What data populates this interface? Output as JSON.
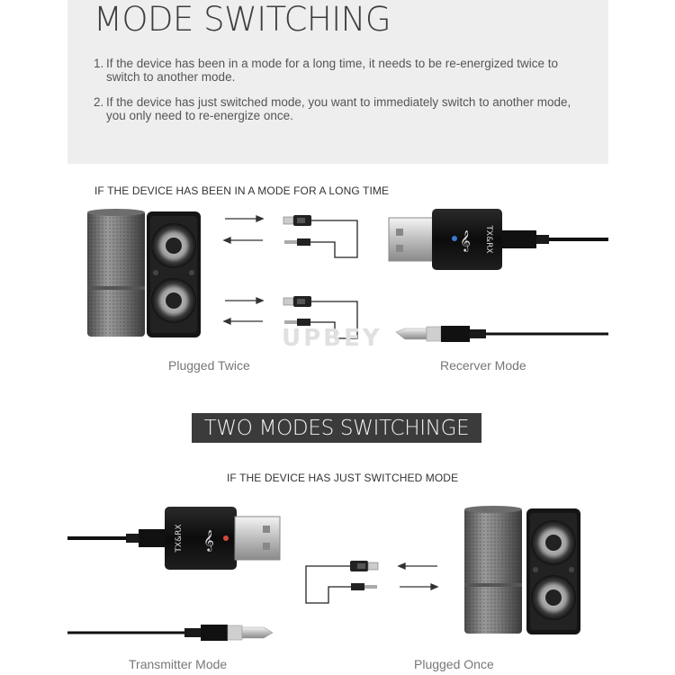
{
  "header": {
    "title": "MODE SWITCHING",
    "notes": [
      {
        "num": "1.",
        "text": "If the device has been in a mode for a long time, it needs to be re-energized twice to switch to another mode."
      },
      {
        "num": "2.",
        "text": "If the device has just switched mode, you want to immediately switch to another mode, you only need to re-energize once."
      }
    ]
  },
  "section1": {
    "heading": "IF THE DEVICE HAS BEEN IN A MODE FOR A LONG TIME",
    "left_caption": "Plugged Twice",
    "right_caption": "Recerver Mode",
    "dongle_label": "TX&RX"
  },
  "banner": {
    "label": "TWO MODES SWITCHINGE"
  },
  "section2": {
    "heading": "IF THE DEVICE HAS JUST SWITCHED MODE",
    "left_caption": "Transmitter Mode",
    "right_caption": "Plugged Once",
    "dongle_label": "TX&RX"
  },
  "watermark": "UPBEY"
}
